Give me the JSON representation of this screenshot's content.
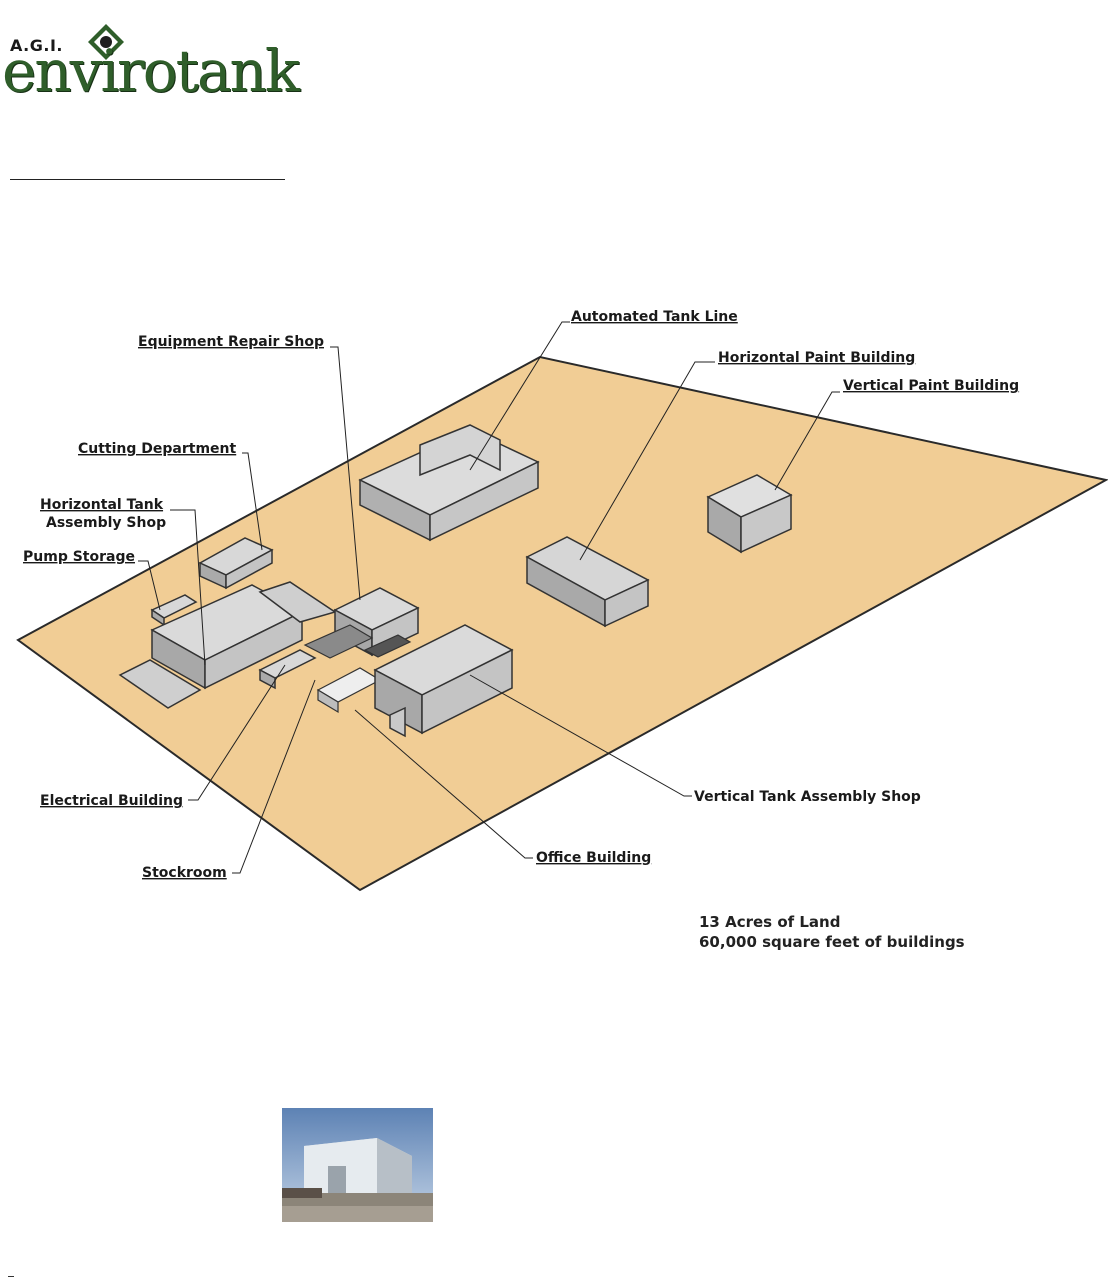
{
  "logo": {
    "prefix": "A.G.I.",
    "wordmark": "envirotank",
    "mark_icon": "diamond-circle-icon",
    "brand_color": "#2f5e2a"
  },
  "site_plan": {
    "ground_color": "#f1cd95",
    "building_color": "#c9c9c9",
    "labels": {
      "automated_tank_line": "Automated Tank Line",
      "equipment_repair_shop": "Equipment Repair Shop",
      "horizontal_paint_building": "Horizontal Paint Building",
      "vertical_paint_building": "Vertical Paint Building",
      "cutting_department": "Cutting Department",
      "horizontal_tank_assembly_line1": "Horizontal Tank",
      "horizontal_tank_assembly_line2": "Assembly Shop",
      "pump_storage": "Pump Storage",
      "electrical_building": "Electrical Building",
      "vertical_tank_assembly_shop": "Vertical Tank Assembly Shop",
      "stockroom": "Stockroom",
      "office_building": "Office Building"
    },
    "stats": {
      "land": "13 Acres of Land",
      "buildings": "60,000 square feet of buildings"
    }
  },
  "photo": {
    "icon": "building-photo-thumbnail"
  }
}
